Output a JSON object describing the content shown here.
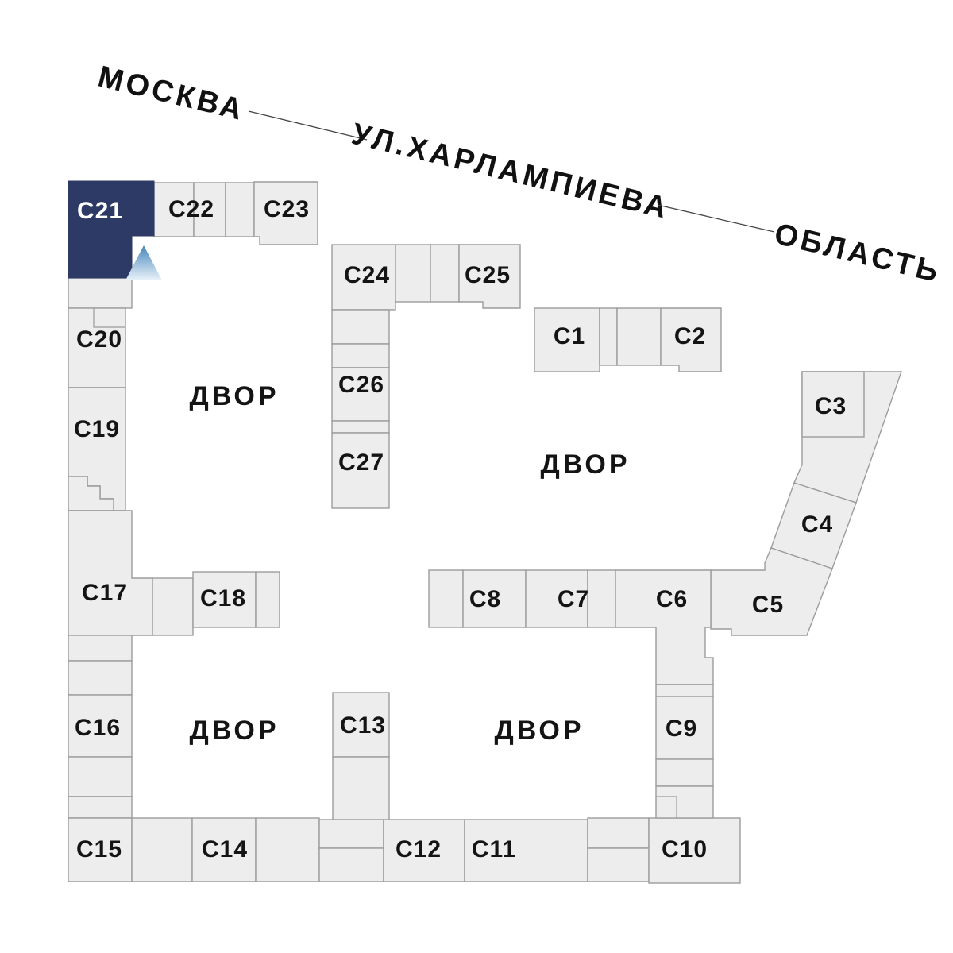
{
  "title": "Genplan block selector",
  "street": {
    "city_label": "МОСКВА",
    "street_label": "УЛ.ХАРЛАМПИЕВА",
    "region_label": "ОБЛАСТЬ"
  },
  "courtyards": [
    {
      "label": "ДВОР"
    },
    {
      "label": "ДВОР"
    },
    {
      "label": "ДВОР"
    },
    {
      "label": "ДВОР"
    }
  ],
  "selected_block": "С21",
  "colors": {
    "background": "#ffffff",
    "block_fill": "#ededed",
    "block_stroke": "#9c9c9c",
    "label_color": "#141414",
    "selected_fill": "#2e3a66",
    "selected_label": "#ffffff",
    "marker_top": "#4786ba",
    "marker_bottom": "#eaf3fa"
  },
  "blocks": [
    {
      "id": "C1",
      "label": "С1",
      "selected": false
    },
    {
      "id": "C2",
      "label": "С2",
      "selected": false
    },
    {
      "id": "C3",
      "label": "С3",
      "selected": false
    },
    {
      "id": "C4",
      "label": "С4",
      "selected": false
    },
    {
      "id": "C5",
      "label": "С5",
      "selected": false
    },
    {
      "id": "C6",
      "label": "С6",
      "selected": false
    },
    {
      "id": "C7",
      "label": "С7",
      "selected": false
    },
    {
      "id": "C8",
      "label": "С8",
      "selected": false
    },
    {
      "id": "C9",
      "label": "С9",
      "selected": false
    },
    {
      "id": "C10",
      "label": "С10",
      "selected": false
    },
    {
      "id": "C11",
      "label": "С11",
      "selected": false
    },
    {
      "id": "C12",
      "label": "С12",
      "selected": false
    },
    {
      "id": "C13",
      "label": "С13",
      "selected": false
    },
    {
      "id": "C14",
      "label": "С14",
      "selected": false
    },
    {
      "id": "C15",
      "label": "С15",
      "selected": false
    },
    {
      "id": "C16",
      "label": "С16",
      "selected": false
    },
    {
      "id": "C17",
      "label": "С17",
      "selected": false
    },
    {
      "id": "C18",
      "label": "С18",
      "selected": false
    },
    {
      "id": "C19",
      "label": "С19",
      "selected": false
    },
    {
      "id": "C20",
      "label": "С20",
      "selected": false
    },
    {
      "id": "C21",
      "label": "С21",
      "selected": true
    },
    {
      "id": "C22",
      "label": "С22",
      "selected": false
    },
    {
      "id": "C23",
      "label": "С23",
      "selected": false
    },
    {
      "id": "C24",
      "label": "С24",
      "selected": false
    },
    {
      "id": "C25",
      "label": "С25",
      "selected": false
    },
    {
      "id": "C26",
      "label": "С26",
      "selected": false
    },
    {
      "id": "C27",
      "label": "С27",
      "selected": false
    }
  ]
}
